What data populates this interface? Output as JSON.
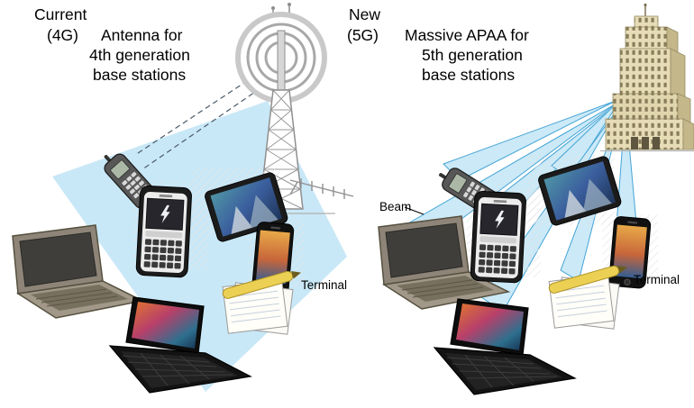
{
  "figure": {
    "left": {
      "era_label": "Current",
      "generation": "(4G)",
      "heading_line1": "Antenna for",
      "heading_line2": "4th generation",
      "heading_line3": "base stations",
      "terminal_label": "Terminal"
    },
    "right": {
      "era_label": "New",
      "generation": "(5G)",
      "heading_line1": "Massive APAA for",
      "heading_line2": "5th generation",
      "heading_line3": "base stations",
      "beam_label": "Beam",
      "terminal_label": "Terminal"
    },
    "colors": {
      "coverage_fill": "#c9e8f7",
      "beam_fill": "#c9e8f7",
      "beam_stroke": "#3aa0d4",
      "text": "#000000"
    },
    "icon_names": [
      "antenna-tower-icon",
      "building-icon",
      "feature-phone-icon",
      "qwerty-phone-icon",
      "tablet-icon",
      "smartphone-icon",
      "laptop-icon",
      "tablet-keyboard-icon",
      "documents-icon"
    ]
  }
}
